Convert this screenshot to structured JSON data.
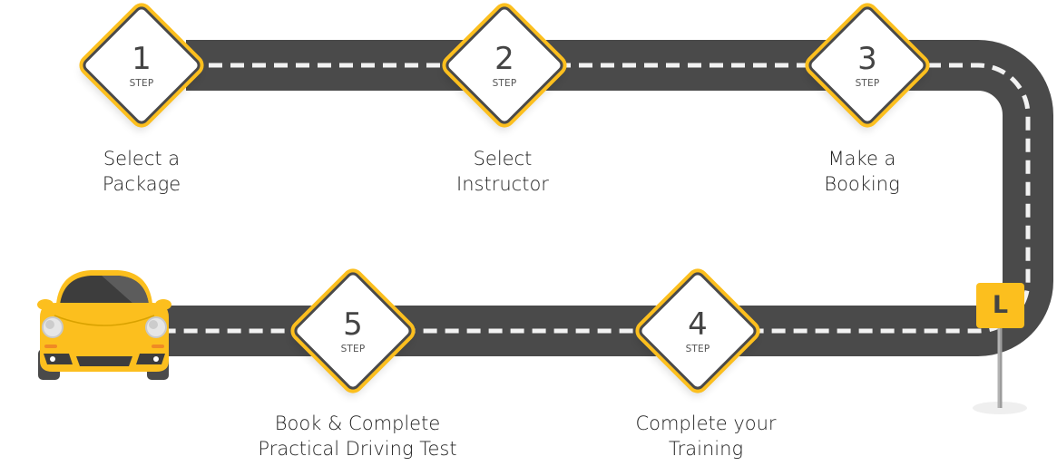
{
  "title": "Steps to getting your driving licence",
  "colors": {
    "road": "#4a4a4a",
    "road_marking": "#f2f2f2",
    "accent_yellow": "#fcbf1e",
    "sign_text": "#444444",
    "caption_text": "#222222"
  },
  "steps": [
    {
      "number": "1",
      "word": "STEP",
      "caption_line1": "Select a",
      "caption_line2": "Package"
    },
    {
      "number": "2",
      "word": "STEP",
      "caption_line1": "Select",
      "caption_line2": "Instructor"
    },
    {
      "number": "3",
      "word": "STEP",
      "caption_line1": "Make a",
      "caption_line2": "Booking"
    },
    {
      "number": "4",
      "word": "STEP",
      "caption_line1": "Complete your",
      "caption_line2": "Training"
    },
    {
      "number": "5",
      "word": "STEP",
      "caption_line1": "Book & Complete",
      "caption_line2": "Practical Driving Test"
    }
  ],
  "l_plate": {
    "letter": "L"
  },
  "icons": {
    "car": "car-front-icon",
    "road": "road-icon",
    "sign": "l-plate-sign-icon"
  }
}
